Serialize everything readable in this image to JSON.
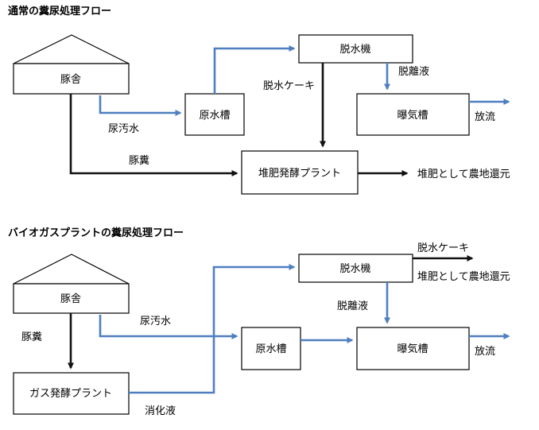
{
  "top_flow": {
    "title": "通常の糞尿処理フロー",
    "pigsty": "豚舎",
    "raw_tank": "原水槽",
    "dehydrator": "脱水機",
    "aeration_tank": "曝気槽",
    "compost_plant": "堆肥発酵プラント",
    "urine_wastewater": "尿汚水",
    "manure": "豚糞",
    "dewatered_cake": "脱水ケーキ",
    "separated_liquid": "脱離液",
    "discharge": "放流",
    "return_farmland": "堆肥として農地還元"
  },
  "bottom_flow": {
    "title": "バイオガスプラントの糞尿処理フロー",
    "pigsty": "豚舎",
    "gas_plant": "ガス発酵プラント",
    "raw_tank": "原水槽",
    "dehydrator": "脱水機",
    "aeration_tank": "曝気槽",
    "manure": "豚糞",
    "urine_wastewater": "尿汚水",
    "digestion_liquid": "消化液",
    "separated_liquid": "脱離液",
    "dewatered_cake": "脱水ケーキ",
    "return_farmland": "堆肥として農地還元",
    "discharge": "放流"
  },
  "colors": {
    "blue_flow": "#4f7fbf",
    "black_flow": "#111111"
  }
}
